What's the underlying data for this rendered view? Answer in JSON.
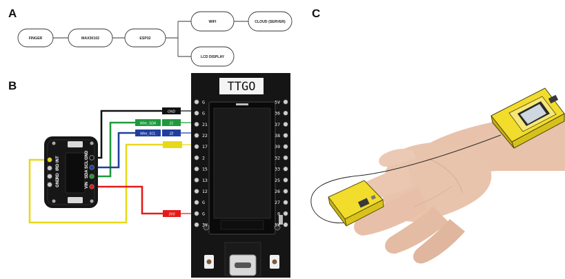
{
  "panels": {
    "a": "A",
    "b": "B",
    "c": "C"
  },
  "flow": {
    "finger": "FINGER",
    "sensor": "MAX30102",
    "mcu": "ESP32",
    "wifi": "WIFI",
    "cloud": "CLOUD (SERVER)",
    "lcd": "LCD DISPLAY"
  },
  "board": {
    "logo": "TTGO",
    "left_pins": [
      "G",
      "G",
      "21",
      "22",
      "17",
      "2",
      "15",
      "13",
      "12",
      "G",
      "G",
      "3V"
    ],
    "right_pins": [
      "5V",
      "36",
      "37",
      "38",
      "39",
      "32",
      "33",
      "25",
      "26",
      "27",
      "0",
      "5V"
    ]
  },
  "sensor_board": {
    "pins": [
      "VIN",
      "SDA",
      "SCL",
      "GND",
      "INT",
      "IRD",
      "RD",
      "GND"
    ]
  },
  "wire_tags": {
    "gnd": "GND",
    "sda_name": "Wire_SDA",
    "sda_pin": "21",
    "scl_name": "Wire_SCL",
    "scl_pin": "22",
    "v33": "3V3"
  },
  "colors": {
    "black_wire": "#111111",
    "sda_wire": "#1e9a3c",
    "scl_wire": "#1f3f9f",
    "int_wire": "#e8d81a",
    "power_wire": "#e41a1a",
    "device_yellow": "#f2dc2c",
    "skin": "#e9c3ad"
  }
}
